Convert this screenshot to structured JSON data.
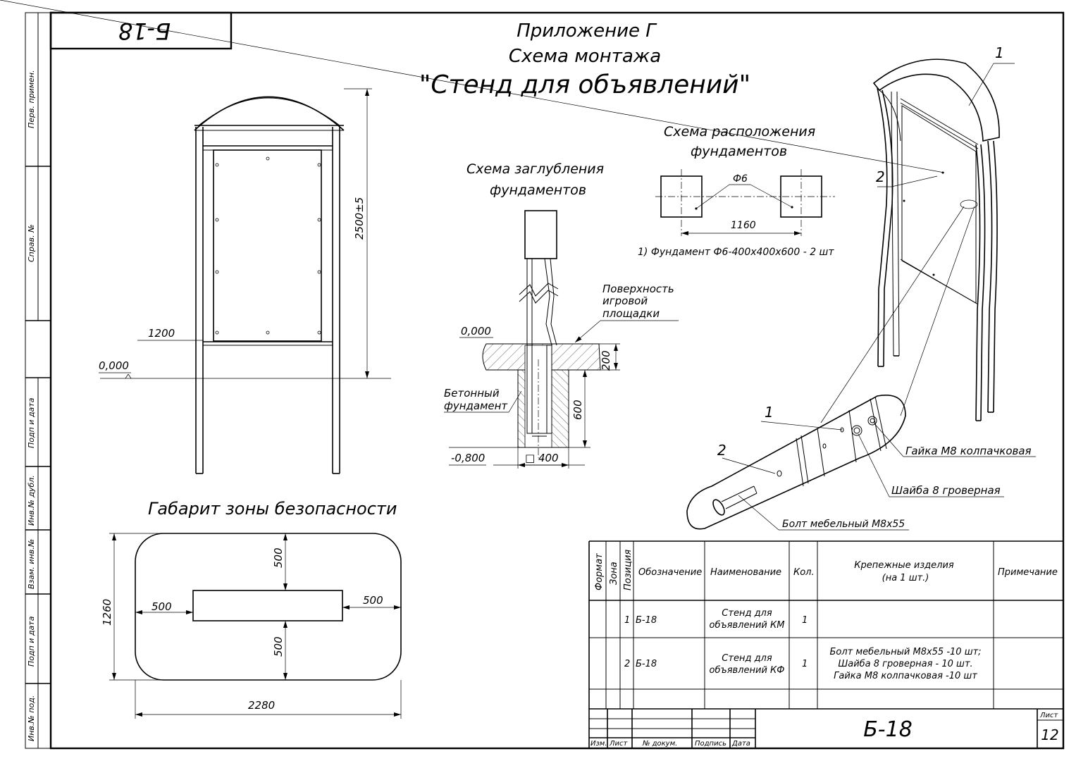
{
  "frame": {
    "code_box": "Б-18",
    "side_labels": [
      "Перв. примен.",
      "Справ. №",
      "Подп и дата",
      "Инв.№ дубл.",
      "Взам. инв.№",
      "Подп и дата",
      "Инв.№ под."
    ]
  },
  "title": {
    "line1": "Приложение Г",
    "line2": "Схема монтажа",
    "line3": "\"Стенд для объявлений\""
  },
  "front_view": {
    "dim_height": "2500±5",
    "dim_width": "1200",
    "level": "0,000"
  },
  "depth_scheme": {
    "title_line1": "Схема заглубления",
    "title_line2": "фундаментов",
    "surface_line1": "Поверхность",
    "surface_line2": "игровой",
    "surface_line3": "площадки",
    "level_top": "0,000",
    "dim_200": "200",
    "concrete_line1": "Бетонный",
    "concrete_line2": "фундамент",
    "dim_600": "600",
    "level_bottom": "-0,800",
    "dim_400": "□ 400"
  },
  "layout_scheme": {
    "title_line1": "Схема расположения",
    "title_line2": "фундаментов",
    "f_label": "Ф6",
    "dim": "1160",
    "note": "1) Фундамент Ф6-400х400х600 - 2 шт"
  },
  "iso_view": {
    "pos1": "1",
    "pos2": "2"
  },
  "detail": {
    "pos1": "1",
    "pos2": "2",
    "nut": "Гайка М8 колпачковая",
    "washer": "Шайба 8 гроверная",
    "bolt": "Болт мебельный М8х55"
  },
  "safety_zone": {
    "title": "Габарит зоны безопасности",
    "dim_top": "500",
    "dim_left": "500",
    "dim_right": "500",
    "dim_bottom": "500",
    "dim_height": "1260",
    "dim_width": "2280"
  },
  "spec_table": {
    "headers": {
      "format": "Формат",
      "zone": "Зона",
      "position": "Позиция",
      "designation": "Обозначение",
      "name": "Наименование",
      "qty": "Кол.",
      "fasteners_line1": "Крепежные изделия",
      "fasteners_line2": "(на 1 шт.)",
      "note": "Примечание"
    },
    "rows": [
      {
        "pos": "1",
        "designation": "Б-18",
        "name_line1": "Стенд для",
        "name_line2": "объявлений КМ",
        "qty": "1",
        "fasteners": [
          "",
          "",
          ""
        ]
      },
      {
        "pos": "2",
        "designation": "Б-18",
        "name_line1": "Стенд для",
        "name_line2": "объявлений КФ",
        "qty": "1",
        "fasteners": [
          "Болт мебельный М8х55 -10 шт;",
          "Шайба 8 гроверная - 10 шт.",
          "Гайка М8 колпачковая -10 шт"
        ]
      }
    ]
  },
  "title_block": {
    "izm": "Изм.",
    "list": "Лист",
    "doc_no": "№ докум.",
    "sign": "Подпись",
    "date": "Дата",
    "designation": "Б-18",
    "sheet_label": "Лист",
    "sheet_no": "12"
  }
}
